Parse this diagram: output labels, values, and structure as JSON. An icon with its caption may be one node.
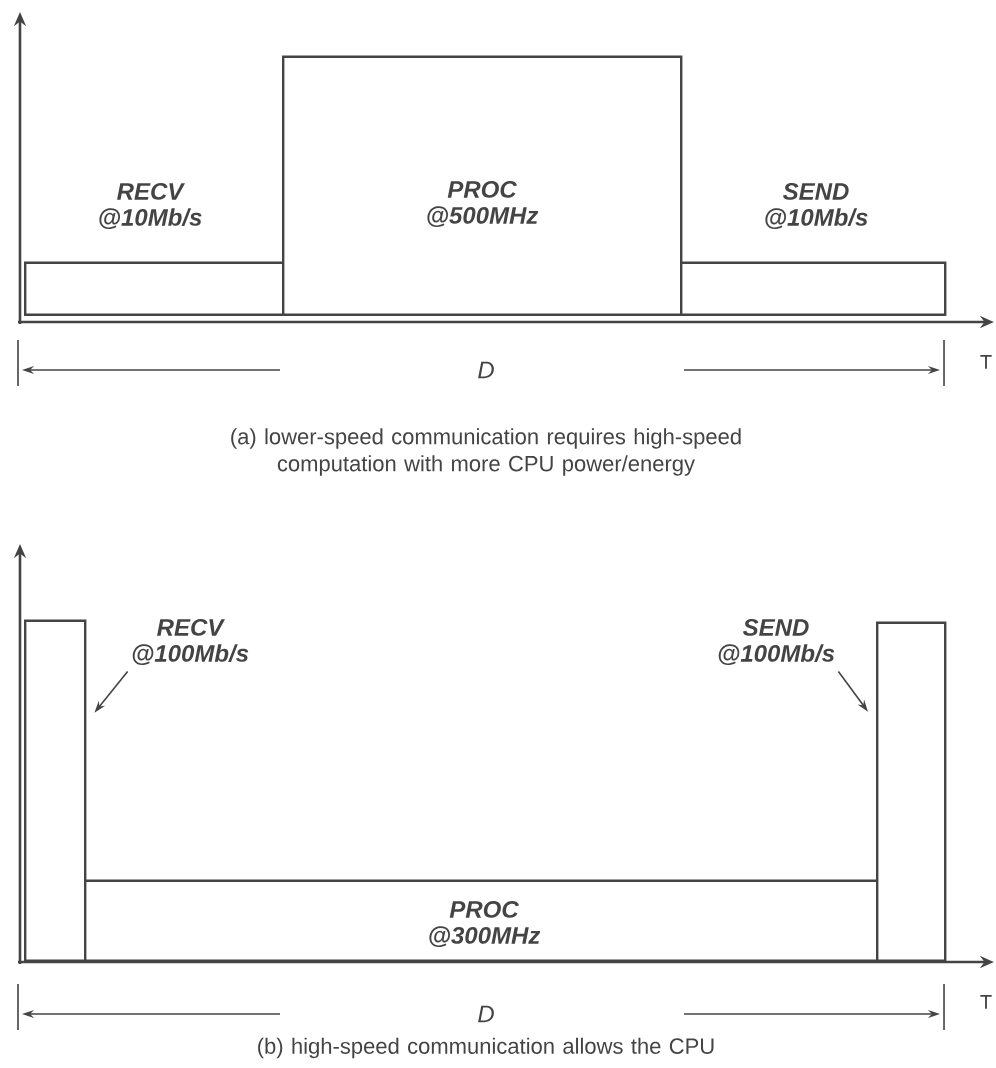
{
  "diagram": {
    "nodes": [
      {
        "text": [
          "RECV @10Mb/s"
        ]
      },
      {
        "text": [
          "PROC @500MHz"
        ]
      },
      {
        "text": [
          "SEND @10Mb/s"
        ]
      },
      {
        "text": [],
        "shape": "bar"
      },
      {
        "text": [
          "PROC @300MHz"
        ]
      },
      {
        "text": [],
        "shape": "bar"
      },
      {
        "text": [
          "RECV @100Mb/s"
        ]
      },
      {
        "text": [
          "SEND @100Mb/s"
        ]
      }
    ],
    "edges": [
      {
        "from": 6,
        "to": 3,
        "arrow": "to"
      },
      {
        "from": 7,
        "to": 5,
        "arrow": "to"
      }
    ],
    "labels": [
      "T",
      "D",
      "(a) lower-speed communication requires high-speed computation with more CPU power/energy",
      "T",
      "D",
      "(b) high-speed communication allows the CPU"
    ]
  }
}
